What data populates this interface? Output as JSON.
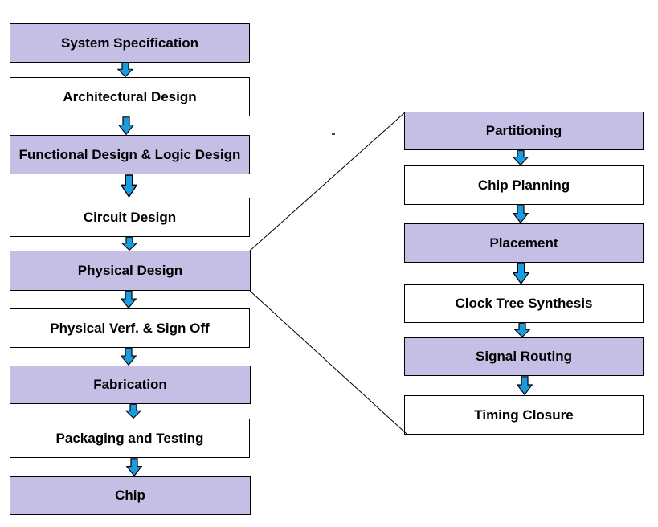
{
  "diagram": {
    "description_colors": {
      "box_purple": "#C5BFE5",
      "box_white": "#FFFFFF",
      "box_border": "#000000",
      "arrow_blue": "#1B9CDE",
      "connector_line": "#000000"
    },
    "left_column": {
      "boxes": [
        {
          "label": "System Specification",
          "fill": "purple"
        },
        {
          "label": "Architectural Design",
          "fill": "white"
        },
        {
          "label": "Functional Design & Logic Design",
          "fill": "purple"
        },
        {
          "label": "Circuit Design",
          "fill": "white"
        },
        {
          "label": "Physical Design",
          "fill": "purple"
        },
        {
          "label": "Physical Verf. & Sign Off",
          "fill": "white"
        },
        {
          "label": "Fabrication",
          "fill": "purple"
        },
        {
          "label": "Packaging and Testing",
          "fill": "white"
        },
        {
          "label": "Chip",
          "fill": "purple"
        }
      ]
    },
    "right_column": {
      "boxes": [
        {
          "label": "Partitioning",
          "fill": "purple"
        },
        {
          "label": "Chip Planning",
          "fill": "white"
        },
        {
          "label": "Placement",
          "fill": "purple"
        },
        {
          "label": "Clock Tree Synthesis",
          "fill": "white"
        },
        {
          "label": "Signal Routing",
          "fill": "purple"
        },
        {
          "label": "Timing Closure",
          "fill": "white"
        }
      ]
    },
    "connectors": {
      "expansion_from": "Physical Design",
      "expansion_to_top": "Partitioning",
      "expansion_to_bottom": "Timing Closure"
    }
  }
}
